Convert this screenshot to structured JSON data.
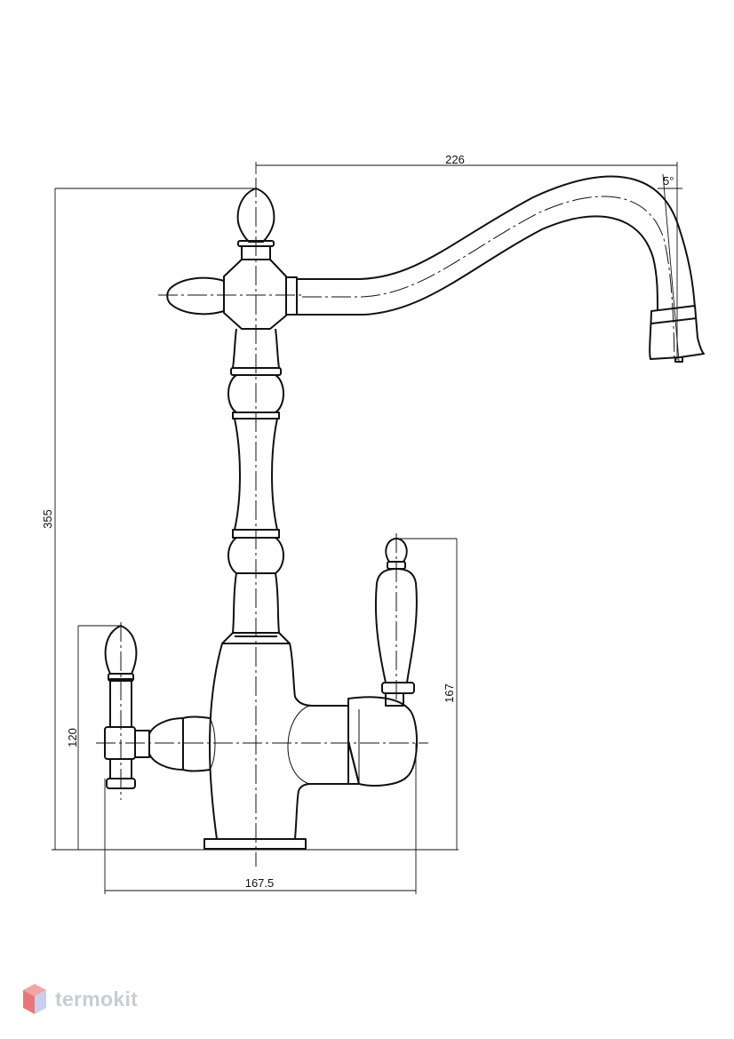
{
  "dimensions": {
    "spout_reach": "226",
    "total_height": "355",
    "left_handle_height": "120",
    "right_handle_height": "167",
    "handle_span": "167.5",
    "spout_angle": "5°"
  },
  "logo": {
    "text": "termokit",
    "colors": {
      "top": "#f2a5a5",
      "left": "#e9777a",
      "right": "#c6cff0"
    }
  }
}
